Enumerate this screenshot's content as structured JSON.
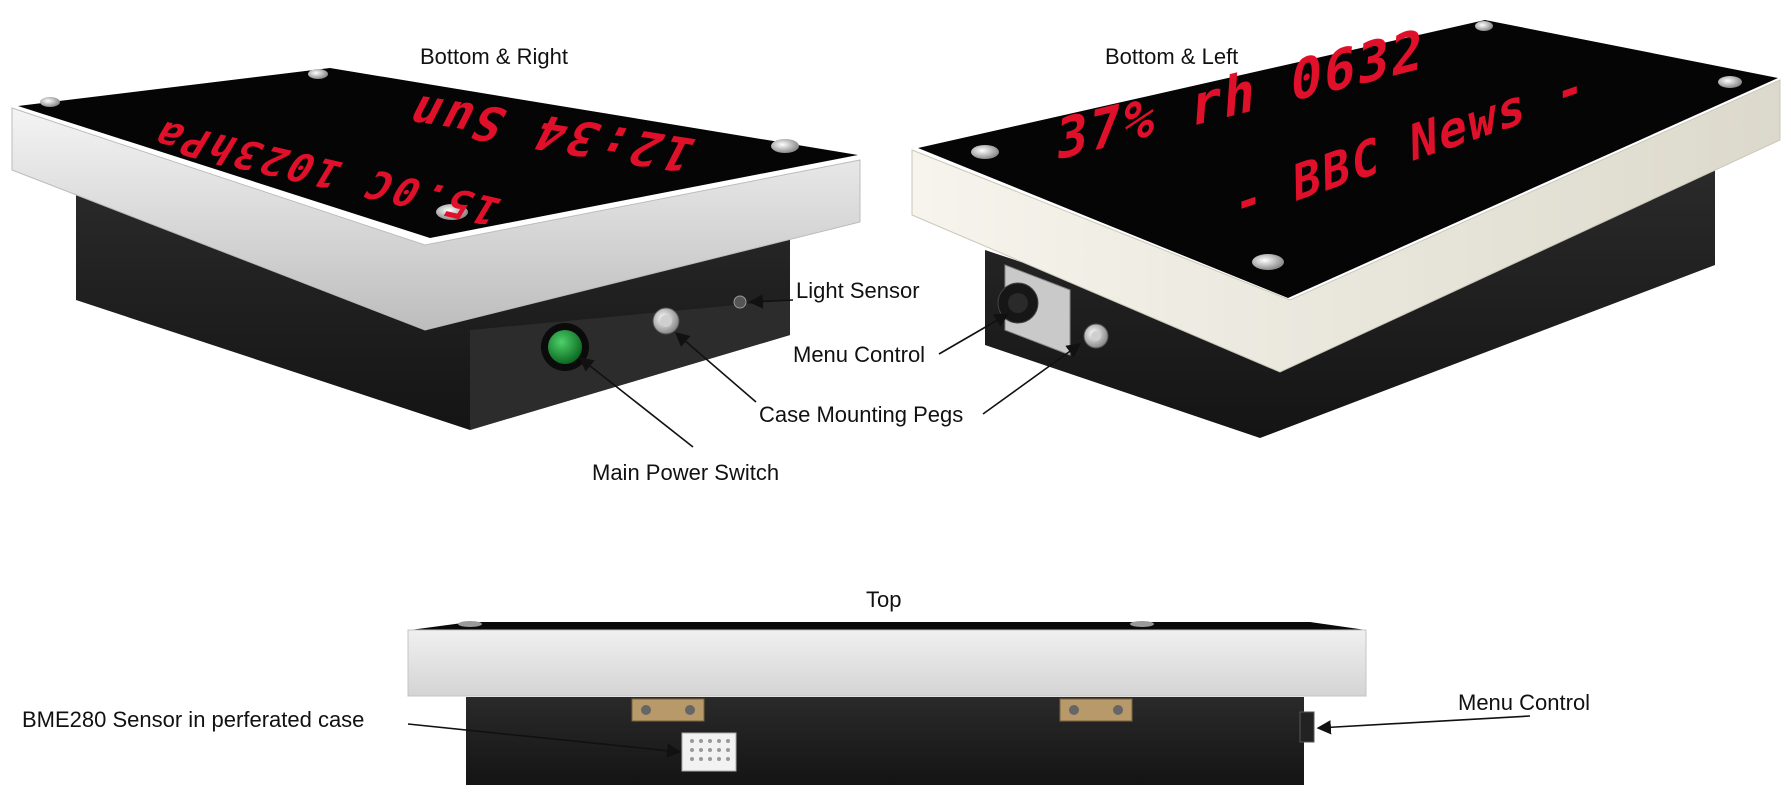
{
  "views": {
    "bottom_right": {
      "title": "Bottom & Right",
      "display_line1": "12:34 Sun",
      "display_line2": "15.0C 1023hPa"
    },
    "bottom_left": {
      "title": "Bottom & Left",
      "display_line1": "37% rh 0632",
      "display_line2": "- BBC News -"
    },
    "top": {
      "title": "Top"
    }
  },
  "callouts": {
    "light_sensor": "Light Sensor",
    "menu_control": "Menu Control",
    "case_mounting_pegs": "Case Mounting Pegs",
    "main_power_switch": "Main Power Switch",
    "bme280": "BME280 Sensor in perferated case",
    "menu_control_top": "Menu Control"
  },
  "colors": {
    "led": "#e0102a",
    "panel": "#050505",
    "frame_light": "#e8e8e8",
    "frame_cream": "#ece9de",
    "case_dark": "#1e1e1e",
    "switch_green": "#1a9a3a"
  }
}
